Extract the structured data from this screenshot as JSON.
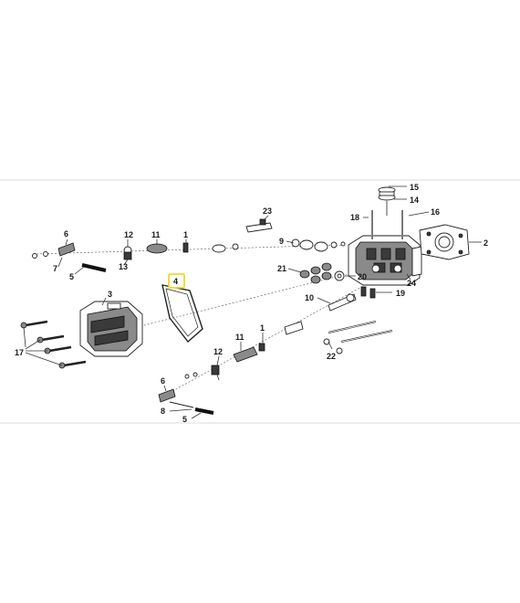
{
  "diagram": {
    "highlight_color": "#f2d400",
    "callouts": {
      "c1a": "1",
      "c1b": "1",
      "c2": "2",
      "c3": "3",
      "c4": "4",
      "c5a": "5",
      "c5b": "5",
      "c6a": "6",
      "c6b": "6",
      "c7": "7",
      "c8": "8",
      "c9": "9",
      "c10": "10",
      "c11a": "11",
      "c11b": "11",
      "c12a": "12",
      "c12b": "12",
      "c13": "13",
      "c14": "14",
      "c15": "15",
      "c16": "16",
      "c17": "17",
      "c18": "18",
      "c19": "19",
      "c20": "20",
      "c21": "21",
      "c22": "22",
      "c23": "23",
      "c24": "24"
    }
  }
}
